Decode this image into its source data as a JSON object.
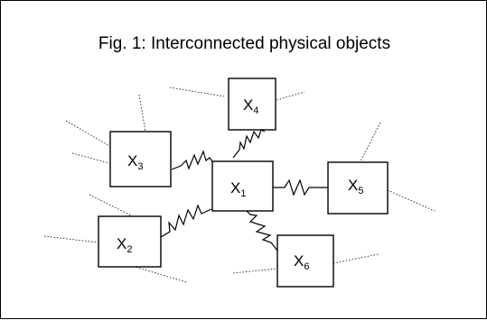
{
  "figure": {
    "title": "Fig. 1: Interconnected physical objects"
  },
  "nodes": [
    {
      "id": "x1",
      "label": "X",
      "subscript": "1"
    },
    {
      "id": "x2",
      "label": "X",
      "subscript": "2"
    },
    {
      "id": "x3",
      "label": "X",
      "subscript": "3"
    },
    {
      "id": "x4",
      "label": "X",
      "subscript": "4"
    },
    {
      "id": "x5",
      "label": "X",
      "subscript": "5"
    },
    {
      "id": "x6",
      "label": "X",
      "subscript": "6"
    }
  ],
  "springs": [
    {
      "from": "x1",
      "to": "x2"
    },
    {
      "from": "x1",
      "to": "x3"
    },
    {
      "from": "x1",
      "to": "x4"
    },
    {
      "from": "x1",
      "to": "x5"
    },
    {
      "from": "x1",
      "to": "x6"
    }
  ]
}
